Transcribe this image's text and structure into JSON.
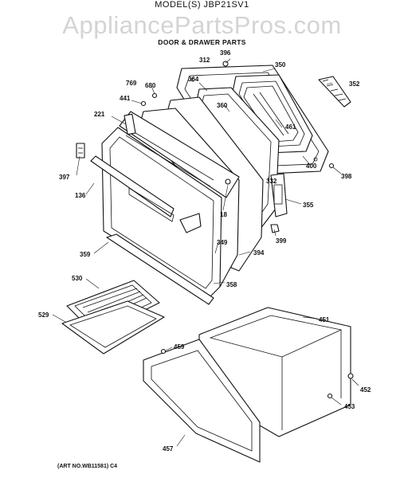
{
  "header": {
    "model": "MODEL(S) JBP21SV1",
    "watermark": "AppliancePartsPros.com",
    "subtitle": "DOOR & DRAWER PARTS"
  },
  "footer": {
    "art_no": "(ART NO.WB11581) C4"
  },
  "callouts": [
    {
      "id": "c396",
      "label": "396"
    },
    {
      "id": "c312",
      "label": "312"
    },
    {
      "id": "c350",
      "label": "350"
    },
    {
      "id": "c352",
      "label": "352"
    },
    {
      "id": "c769",
      "label": "769"
    },
    {
      "id": "c680",
      "label": "680"
    },
    {
      "id": "c364",
      "label": "364"
    },
    {
      "id": "c441",
      "label": "441"
    },
    {
      "id": "c360",
      "label": "360"
    },
    {
      "id": "c461",
      "label": "461"
    },
    {
      "id": "c221",
      "label": "221"
    },
    {
      "id": "c397",
      "label": "397"
    },
    {
      "id": "c400",
      "label": "400"
    },
    {
      "id": "c398",
      "label": "398"
    },
    {
      "id": "c332",
      "label": "332"
    },
    {
      "id": "c136",
      "label": "136"
    },
    {
      "id": "c18",
      "label": "18"
    },
    {
      "id": "c355",
      "label": "355"
    },
    {
      "id": "c399",
      "label": "399"
    },
    {
      "id": "c359",
      "label": "359"
    },
    {
      "id": "c349",
      "label": "349"
    },
    {
      "id": "c394",
      "label": "394"
    },
    {
      "id": "c358",
      "label": "358"
    },
    {
      "id": "c530",
      "label": "530"
    },
    {
      "id": "c529",
      "label": "529"
    },
    {
      "id": "c451",
      "label": "451"
    },
    {
      "id": "c459",
      "label": "459"
    },
    {
      "id": "c452",
      "label": "452"
    },
    {
      "id": "c453",
      "label": "453"
    },
    {
      "id": "c457",
      "label": "457"
    }
  ]
}
